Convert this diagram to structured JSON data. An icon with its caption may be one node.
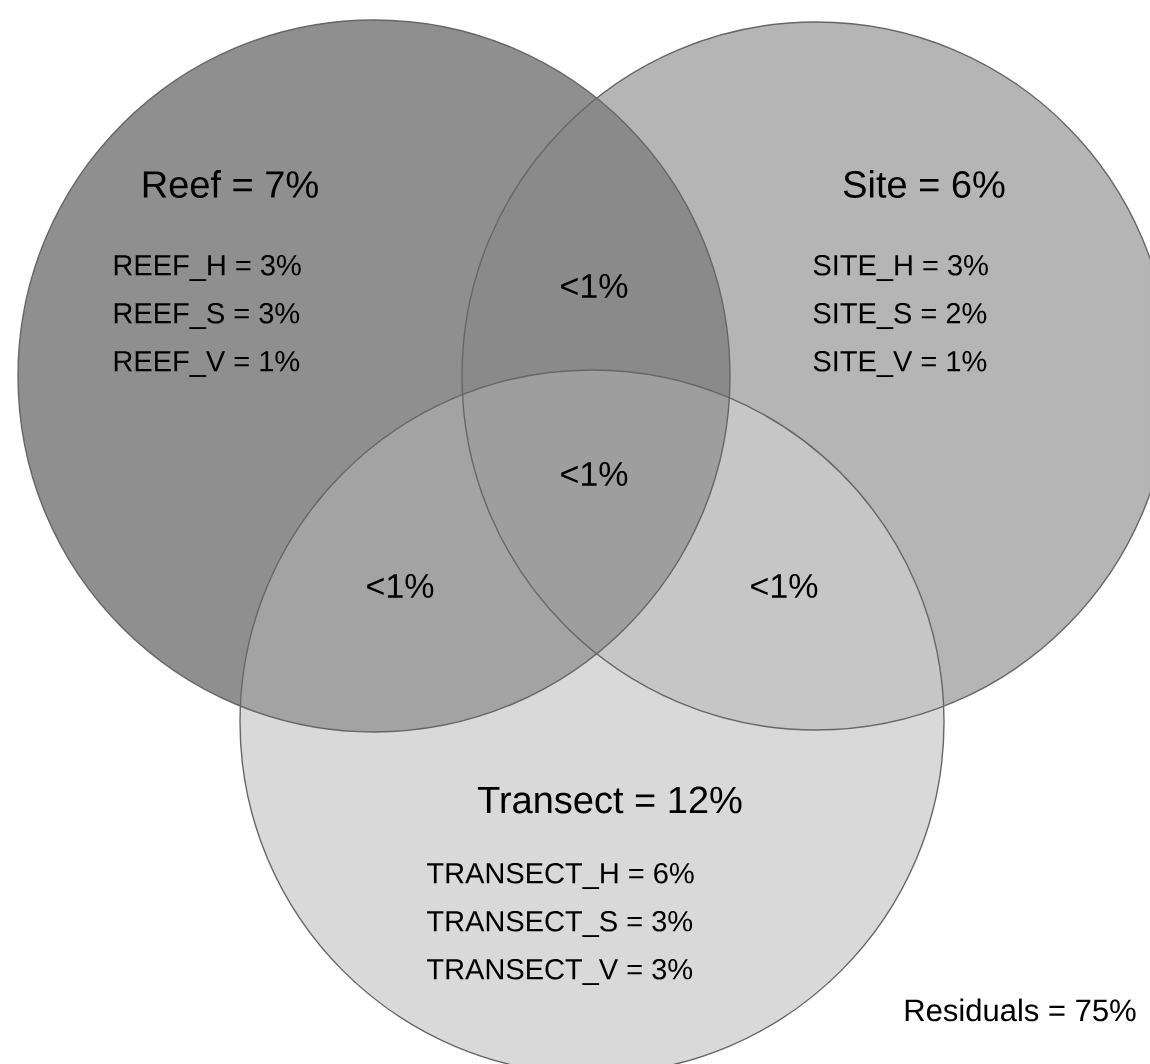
{
  "diagram": {
    "nodes": [
      {
        "text": [
          "Reef = 7%",
          "REEF_H = 3%",
          "REEF_S = 3%",
          "REEF_V = 1%"
        ]
      },
      {
        "text": [
          "Site = 6%",
          "SITE_H = 3%",
          "SITE_S = 2%",
          "SITE_V = 1%"
        ]
      },
      {
        "text": [
          "Transect = 12%",
          "TRANSECT_H = 6%",
          "TRANSECT_S = 3%",
          "TRANSECT_V = 3%"
        ]
      }
    ],
    "labels": [
      "<1%",
      "<1%",
      "<1%",
      "<1%",
      "Residuals = 75%"
    ]
  }
}
